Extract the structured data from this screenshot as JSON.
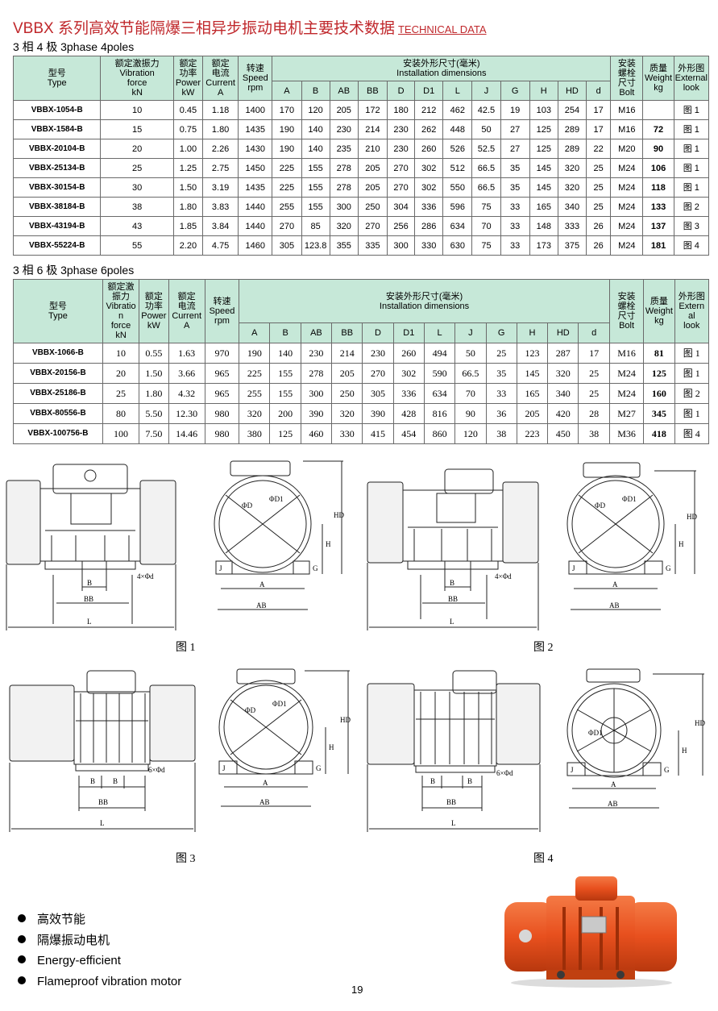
{
  "title": {
    "cn": "VBBX 系列高效节能隔爆三相异步振动电机主要技术数据",
    "en": "TECHNICAL DATA"
  },
  "section1": "3 相 4 极  3phase 4poles",
  "section2": "3 相 6 极  3phase 6poles",
  "headers": {
    "model": [
      "型号",
      "Type"
    ],
    "force4": [
      "额定激振力",
      "Vibration",
      "force",
      "kN"
    ],
    "force6": [
      "额定激",
      "振力",
      "Vibratio",
      "n",
      "force",
      "kN"
    ],
    "power": [
      "额定",
      "功率",
      "Power",
      "kW"
    ],
    "current": [
      "额定",
      "电流",
      "Current",
      "A"
    ],
    "speed": [
      "转速",
      "Speed",
      "rpm"
    ],
    "install": [
      "安装外形尺寸(毫米)",
      "Installation dimensions"
    ],
    "dims": [
      "A",
      "B",
      "AB",
      "BB",
      "D",
      "D1",
      "L",
      "J",
      "G",
      "H",
      "HD",
      "d"
    ],
    "bolt": [
      "安装",
      "螺栓",
      "尺寸",
      "Bolt"
    ],
    "weight": [
      "质量",
      "Weight",
      "kg"
    ],
    "look4": [
      "外形图",
      "External",
      "look"
    ],
    "look6": [
      "外形图",
      "Extern",
      "al",
      "look"
    ]
  },
  "table4": [
    [
      "VBBX-1054-B",
      "10",
      "0.45",
      "1.18",
      "1400",
      "170",
      "120",
      "205",
      "172",
      "180",
      "212",
      "462",
      "42.5",
      "19",
      "103",
      "254",
      "17",
      "M16",
      "",
      "图 1"
    ],
    [
      "VBBX-1584-B",
      "15",
      "0.75",
      "1.80",
      "1435",
      "190",
      "140",
      "230",
      "214",
      "230",
      "262",
      "448",
      "50",
      "27",
      "125",
      "289",
      "17",
      "M16",
      "72",
      "图 1"
    ],
    [
      "VBBX-20104-B",
      "20",
      "1.00",
      "2.26",
      "1430",
      "190",
      "140",
      "235",
      "210",
      "230",
      "260",
      "526",
      "52.5",
      "27",
      "125",
      "289",
      "22",
      "M20",
      "90",
      "图 1"
    ],
    [
      "VBBX-25134-B",
      "25",
      "1.25",
      "2.75",
      "1450",
      "225",
      "155",
      "278",
      "205",
      "270",
      "302",
      "512",
      "66.5",
      "35",
      "145",
      "320",
      "25",
      "M24",
      "106",
      "图 1"
    ],
    [
      "VBBX-30154-B",
      "30",
      "1.50",
      "3.19",
      "1435",
      "225",
      "155",
      "278",
      "205",
      "270",
      "302",
      "550",
      "66.5",
      "35",
      "145",
      "320",
      "25",
      "M24",
      "118",
      "图 1"
    ],
    [
      "VBBX-38184-B",
      "38",
      "1.80",
      "3.83",
      "1440",
      "255",
      "155",
      "300",
      "250",
      "304",
      "336",
      "596",
      "75",
      "33",
      "165",
      "340",
      "25",
      "M24",
      "133",
      "图 2"
    ],
    [
      "VBBX-43194-B",
      "43",
      "1.85",
      "3.84",
      "1440",
      "270",
      "85",
      "320",
      "270",
      "256",
      "286",
      "634",
      "70",
      "33",
      "148",
      "333",
      "26",
      "M24",
      "137",
      "图 3"
    ],
    [
      "VBBX-55224-B",
      "55",
      "2.20",
      "4.75",
      "1460",
      "305",
      "123.8",
      "355",
      "335",
      "300",
      "330",
      "630",
      "75",
      "33",
      "173",
      "375",
      "26",
      "M24",
      "181",
      "图 4"
    ]
  ],
  "table6": [
    [
      "VBBX-1066-B",
      "10",
      "0.55",
      "1.63",
      "970",
      "190",
      "140",
      "230",
      "214",
      "230",
      "260",
      "494",
      "50",
      "25",
      "123",
      "287",
      "17",
      "M16",
      "81",
      "图 1"
    ],
    [
      "VBBX-20156-B",
      "20",
      "1.50",
      "3.66",
      "965",
      "225",
      "155",
      "278",
      "205",
      "270",
      "302",
      "590",
      "66.5",
      "35",
      "145",
      "320",
      "25",
      "M24",
      "125",
      "图 1"
    ],
    [
      "VBBX-25186-B",
      "25",
      "1.80",
      "4.32",
      "965",
      "255",
      "155",
      "300",
      "250",
      "305",
      "336",
      "634",
      "70",
      "33",
      "165",
      "340",
      "25",
      "M24",
      "160",
      "图 2"
    ],
    [
      "VBBX-80556-B",
      "80",
      "5.50",
      "12.30",
      "980",
      "320",
      "200",
      "390",
      "320",
      "390",
      "428",
      "816",
      "90",
      "36",
      "205",
      "420",
      "28",
      "M27",
      "345",
      "图 1"
    ],
    [
      "VBBX-100756-B",
      "100",
      "7.50",
      "14.46",
      "980",
      "380",
      "125",
      "460",
      "330",
      "415",
      "454",
      "860",
      "120",
      "38",
      "223",
      "450",
      "38",
      "M36",
      "418",
      "图 4"
    ]
  ],
  "figures": {
    "captions": [
      "图 1",
      "图 2",
      "图 3",
      "图 4"
    ],
    "labels": {
      "B": "B",
      "BB": "BB",
      "L": "L",
      "A": "A",
      "AB": "AB",
      "J": "J",
      "H": "H",
      "HD": "HD",
      "G": "G",
      "D": "ΦD",
      "D1": "ΦD1",
      "bolts4": "4×Φd",
      "bolts6": "6×Φd"
    }
  },
  "features": [
    "高效节能",
    "隔爆振动电机",
    "Energy-efficient",
    "Flameproof vibration motor"
  ],
  "page_number": "19",
  "colors": {
    "title": "#c0282c",
    "header_bg": "#c6e8d8",
    "motor": "#e8501e"
  }
}
